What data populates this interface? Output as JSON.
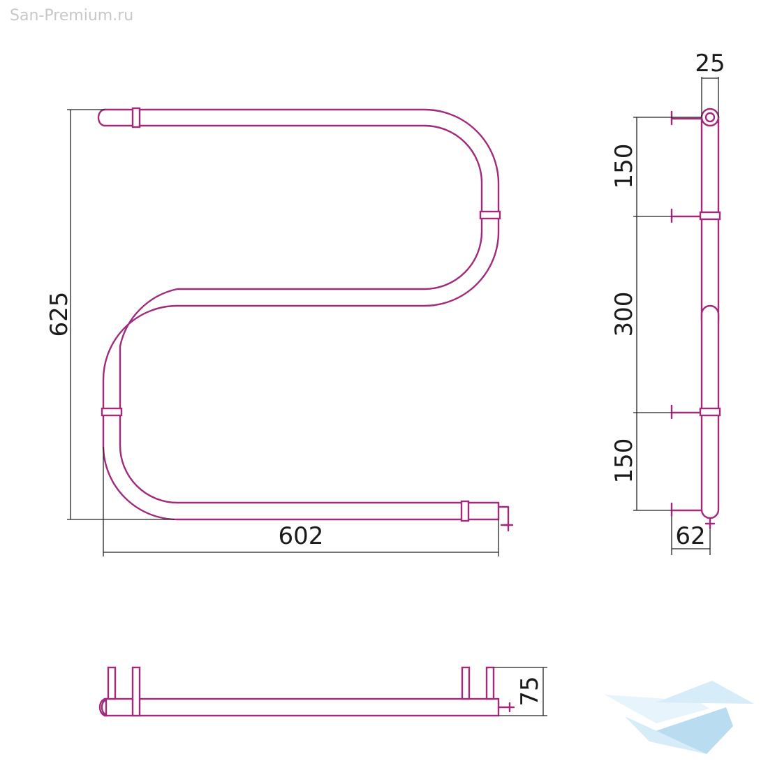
{
  "watermark": "San-Premium.ru",
  "dimensions": {
    "front_height": "625",
    "front_width": "602",
    "side_top_offset": "150",
    "side_middle": "300",
    "side_bottom_offset": "150",
    "side_pipe_diameter": "25",
    "side_wall_depth": "62",
    "top_depth": "75"
  },
  "colors": {
    "pipe": "#a02a7c",
    "dimension_lines": "#222222",
    "watermark": "#c8c8c8"
  }
}
